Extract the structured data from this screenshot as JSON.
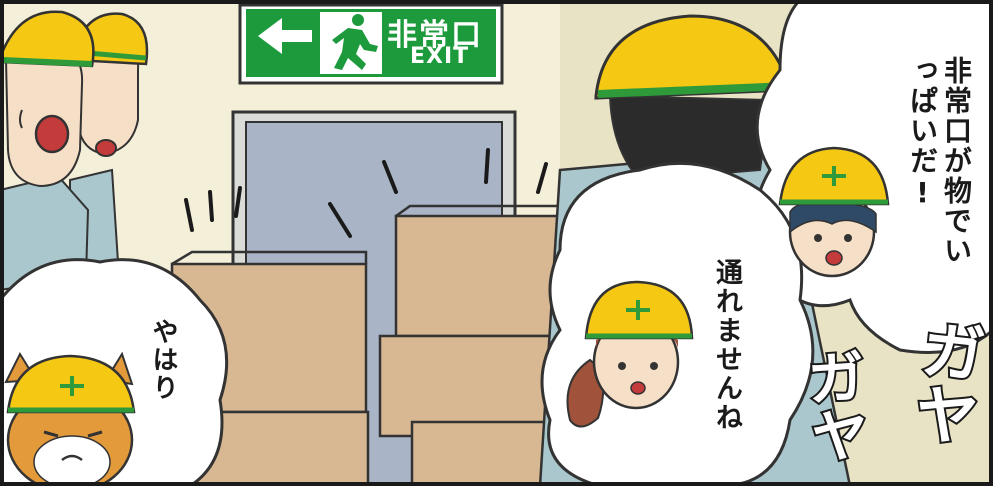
{
  "sign": {
    "japanese": "非常口",
    "english": "EXIT"
  },
  "dialogue": {
    "main_bubble": "非常口が物でいっぱいだ!",
    "middle_bubble": "通れませんね",
    "left_bubble": "やはり"
  },
  "sound_effects": {
    "sfx_right": "ガヤ",
    "sfx_left": "ガヤ"
  },
  "colors": {
    "helmet": "#f5c814",
    "helmet_stripe": "#2e9a3a",
    "exit_sign": "#1c9a3c",
    "box": "#d8b892",
    "door": "#a9b5c6",
    "wall": "#f4efd9",
    "uniform": "#a9c7cc"
  }
}
